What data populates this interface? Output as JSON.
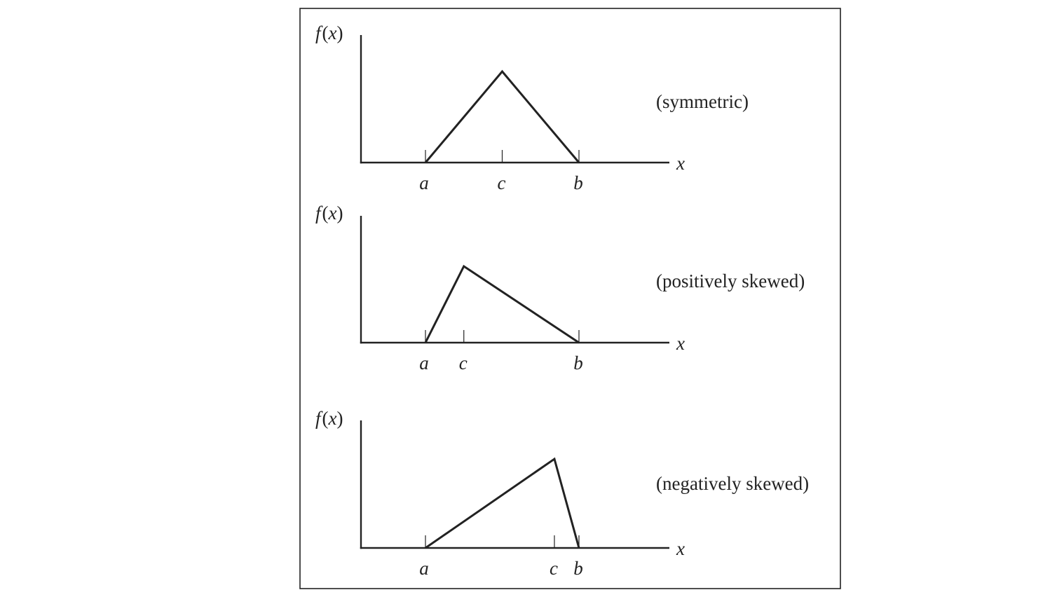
{
  "panels": [
    {
      "caption": "(symmetric)",
      "y_label": {
        "func": "f",
        "open": "(",
        "var": "x",
        "close": ")"
      },
      "x_label": "x",
      "points": {
        "a": "a",
        "c": "c",
        "b": "b"
      },
      "shape": {
        "a": 0.0,
        "c": 0.5,
        "b": 1.0
      }
    },
    {
      "caption": "(positively skewed)",
      "y_label": {
        "func": "f",
        "open": "(",
        "var": "x",
        "close": ")"
      },
      "x_label": "x",
      "points": {
        "a": "a",
        "c": "c",
        "b": "b"
      },
      "shape": {
        "a": 0.0,
        "c": 0.25,
        "b": 1.0
      }
    },
    {
      "caption": "(negatively skewed)",
      "y_label": {
        "func": "f",
        "open": "(",
        "var": "x",
        "close": ")"
      },
      "x_label": "x",
      "points": {
        "a": "a",
        "c": "c",
        "b": "b"
      },
      "shape": {
        "a": 0.0,
        "c": 0.84,
        "b": 1.0
      }
    }
  ],
  "colors": {
    "line": "#222222",
    "background": "#ffffff"
  }
}
